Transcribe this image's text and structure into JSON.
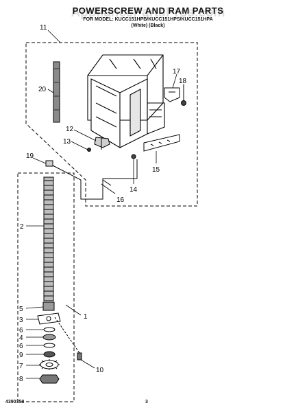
{
  "header": {
    "title": "POWERSCREW AND RAM PARTS",
    "model_line": "FOR MODEL: KUCC151HPB/KUCC151HPS/KUCC151HPA",
    "colors_line": "(White)      (Black)"
  },
  "watermark": "AppliancePartsPros.com",
  "callouts": [
    "11",
    "20",
    "17",
    "18",
    "12",
    "13",
    "19",
    "14",
    "15",
    "16",
    "2",
    "1",
    "5",
    "3",
    "6",
    "4",
    "6",
    "9",
    "7",
    "8",
    "10"
  ],
  "footer": {
    "part_number": "4390358",
    "page": "3"
  }
}
